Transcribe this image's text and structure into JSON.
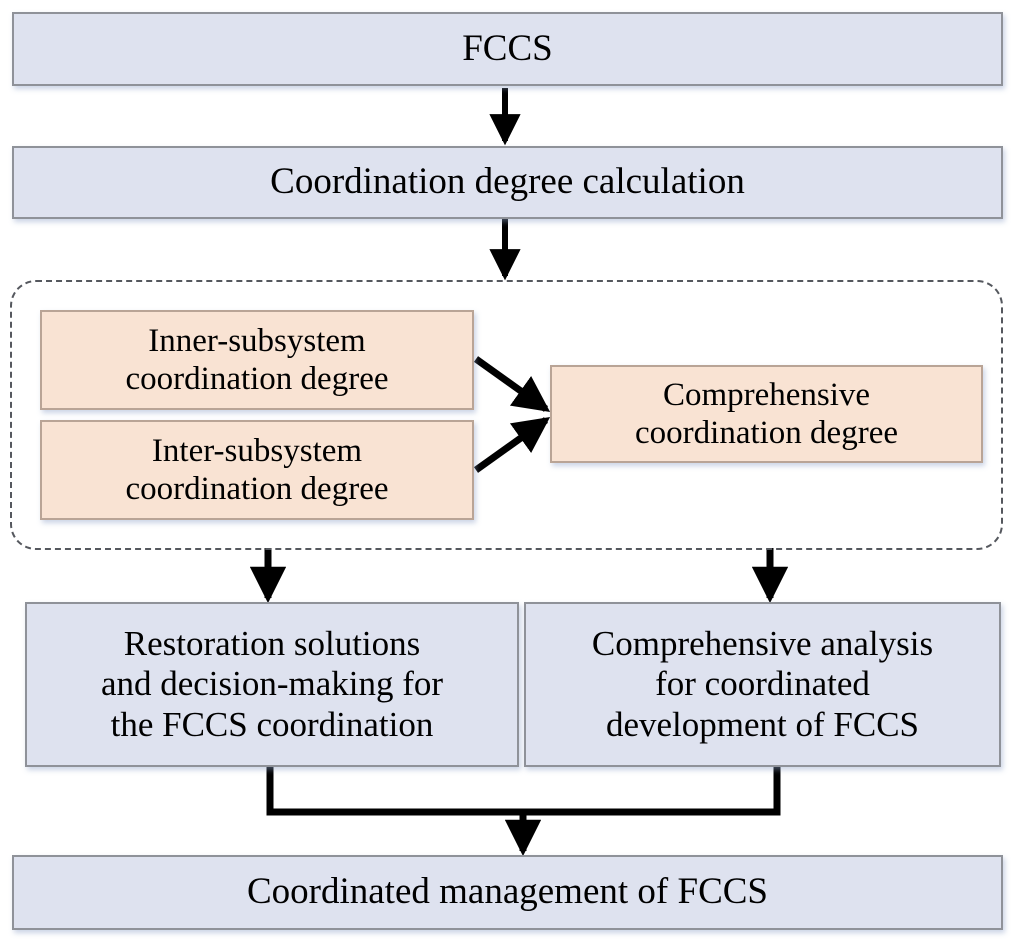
{
  "diagram": {
    "title": "FCCS coordination management flowchart",
    "colors": {
      "blue_fill": "#dee2ef",
      "peach_fill": "#f9e3d3",
      "box_border": "#8f9299",
      "peach_border": "#b9a496",
      "dashed_border": "#55585e",
      "arrow": "#000000",
      "background": "#ffffff"
    },
    "nodes": {
      "fccs": "FCCS",
      "coordination_degree_calculation": "Coordination degree calculation",
      "inner_subsystem": "Inner-subsystem\ncoordination degree",
      "inter_subsystem": "Inter-subsystem\ncoordination degree",
      "comprehensive_degree": "Comprehensive\ncoordination degree",
      "restoration_solutions": "Restoration solutions\nand decision-making for\nthe FCCS coordination",
      "comprehensive_analysis": "Comprehensive analysis\nfor coordinated\ndevelopment of FCCS",
      "coordinated_management": "Coordinated management of FCCS"
    },
    "edges": [
      {
        "from": "fccs",
        "to": "coordination_degree_calculation",
        "style": "straight-down-arrow"
      },
      {
        "from": "coordination_degree_calculation",
        "to": "dashed-group",
        "style": "straight-down-arrow"
      },
      {
        "from": "inner_subsystem",
        "to": "comprehensive_degree",
        "style": "diagonal-arrow"
      },
      {
        "from": "inter_subsystem",
        "to": "comprehensive_degree",
        "style": "diagonal-arrow"
      },
      {
        "from": "dashed-group",
        "to": "restoration_solutions",
        "style": "straight-down-arrow"
      },
      {
        "from": "dashed-group",
        "to": "comprehensive_analysis",
        "style": "straight-down-arrow"
      },
      {
        "from": "restoration_solutions",
        "to": "coordinated_management",
        "style": "merge-elbow-arrow"
      },
      {
        "from": "comprehensive_analysis",
        "to": "coordinated_management",
        "style": "merge-elbow-arrow"
      }
    ]
  }
}
